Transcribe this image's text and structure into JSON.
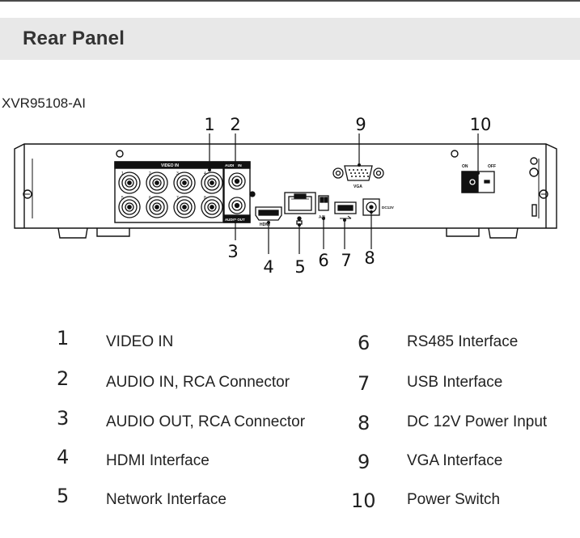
{
  "header": {
    "title": "Rear Panel"
  },
  "model": "XVR95108-AI",
  "callouts": [
    "1",
    "2",
    "3",
    "4",
    "5",
    "6",
    "7",
    "8",
    "9",
    "10"
  ],
  "panel_labels": {
    "video_in": "VIDEO IN",
    "audio_in": "AUDIO IN",
    "audio_out": "AUDIO OUT",
    "hdmi": "HDMI",
    "vga": "VGA",
    "on": "ON",
    "off": "OFF",
    "dc": "DC12V",
    "ab": "A/B",
    "ch1": "1",
    "ch2": "2",
    "ch3": "3",
    "ch4": "4",
    "ch5": "5",
    "ch6": "6",
    "ch7": "7",
    "ch8": "8"
  },
  "legend": [
    {
      "num": "1",
      "label": "VIDEO IN"
    },
    {
      "num": "2",
      "label": "AUDIO IN, RCA Connector"
    },
    {
      "num": "3",
      "label": "AUDIO OUT, RCA Connector"
    },
    {
      "num": "4",
      "label": "HDMI Interface"
    },
    {
      "num": "5",
      "label": "Network Interface"
    },
    {
      "num": "6",
      "label": "RS485 Interface"
    },
    {
      "num": "7",
      "label": "USB Interface"
    },
    {
      "num": "8",
      "label": "DC 12V Power Input"
    },
    {
      "num": "9",
      "label": "VGA Interface"
    },
    {
      "num": "10",
      "label": "Power Switch"
    }
  ]
}
